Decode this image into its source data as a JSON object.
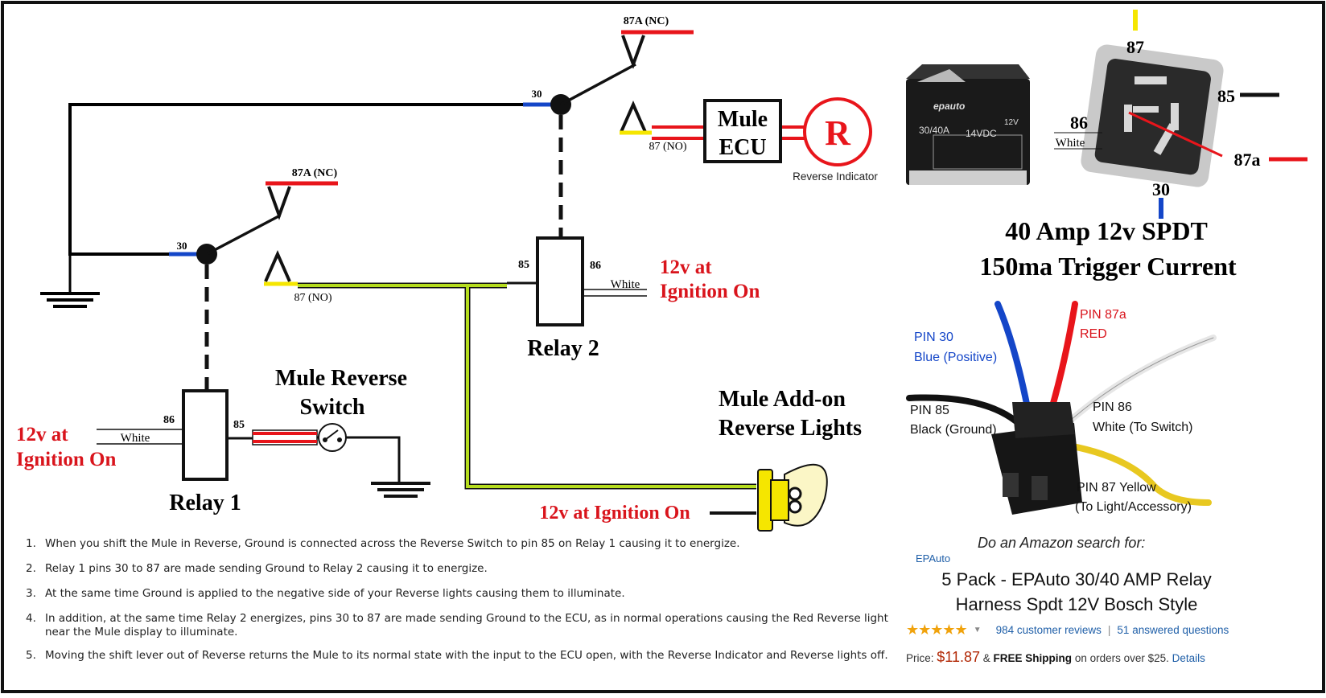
{
  "relay2": {
    "nc_label": "87A (NC)",
    "pin30": "30",
    "no_label": "87 (NO)",
    "pin85": "85",
    "pin86": "86",
    "white": "White",
    "ignition_line1": "12v at",
    "ignition_line2": "Ignition On",
    "name": "Relay 2"
  },
  "relay1": {
    "nc_label": "87A (NC)",
    "pin30": "30",
    "no_label": "87 (NO)",
    "pin85": "85",
    "pin86": "86",
    "white": "White",
    "ignition_line1": "12v at",
    "ignition_line2": "Ignition On",
    "name": "Relay 1"
  },
  "ecu": {
    "line1": "Mule",
    "line2": "ECU",
    "indicator_letter": "R",
    "indicator_label": "Reverse Indicator"
  },
  "reverse_switch": {
    "line1": "Mule Reverse",
    "line2": "Switch"
  },
  "reverse_lights": {
    "line1": "Mule Add-on",
    "line2": "Reverse Lights",
    "ignition": "12v at Ignition On"
  },
  "relay_photo": {
    "logo": "epauto",
    "rating_left": "30/40A",
    "rating_right": "14VDC",
    "coil_v": "12V",
    "pin87": "87",
    "pin85": "85",
    "pin86": "86",
    "pin86_color": "White",
    "pin87a": "87a",
    "pin30": "30"
  },
  "spec": {
    "line1": "40 Amp  12v SPDT",
    "line2": "150ma Trigger Current"
  },
  "harness": {
    "pin30": "PIN 30",
    "pin30_color": "Blue (Positive)",
    "pin87a": "PIN 87a",
    "pin87a_color": "RED",
    "pin85": "PIN 85",
    "pin85_color": "Black (Ground)",
    "pin86": "PIN 86",
    "pin86_color": "White (To Switch)",
    "pin87": "PIN 87 Yellow",
    "pin87_color": "(To Light/Accessory)"
  },
  "steps": [
    {
      "num": "1.",
      "text": "When you shift the Mule in Reverse, Ground is connected across the Reverse Switch to pin 85 on Relay 1 causing it to energize."
    },
    {
      "num": "2.",
      "text": "Relay 1 pins 30 to 87 are made sending Ground to Relay 2 causing it to energize."
    },
    {
      "num": "3.",
      "text": "At the same time Ground is applied to the negative side of your Reverse lights causing them to illuminate."
    },
    {
      "num": "4.",
      "text": "In addition, at the same time Relay 2 energizes, pins 30 to 87 are made sending Ground to the ECU, as in normal operations causing the Red Reverse light near the Mule display to illuminate."
    },
    {
      "num": "5.",
      "text": "Moving the shift lever out of Reverse returns the Mule to its normal state with the input to the ECU open, with the Reverse Indicator and Reverse lights off."
    }
  ],
  "amazon": {
    "search_prompt": "Do an Amazon search for:",
    "brand": "EPAuto",
    "title_line1": "5 Pack - EPAuto 30/40 AMP Relay",
    "title_line2": "Harness Spdt 12V Bosch Style",
    "stars": "★★★★★",
    "reviews": "984 customer reviews",
    "divider": "|",
    "questions": "51 answered questions",
    "price_label": "Price:",
    "price": "$11.87",
    "shipping_pre": "&",
    "shipping_bold": "FREE Shipping",
    "shipping_post": "on orders over $25.",
    "details": "Details"
  },
  "colors": {
    "wire_red": "#e8151b",
    "wire_blue": "#1446c8",
    "wire_yellow": "#f5e600",
    "wire_green": "#b5dc1e",
    "label_red": "#d9141c",
    "frame": "#111111"
  }
}
